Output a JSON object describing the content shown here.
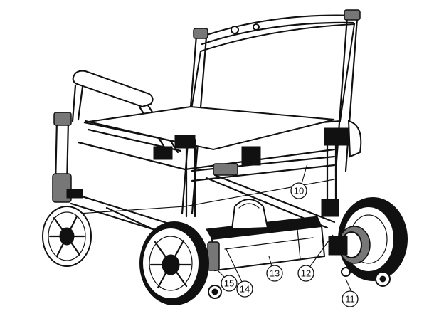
{
  "callouts": [
    {
      "id": "c10",
      "label": "10"
    },
    {
      "id": "c11",
      "label": "11"
    },
    {
      "id": "c12",
      "label": "12"
    },
    {
      "id": "c13",
      "label": "13"
    },
    {
      "id": "c14",
      "label": "14"
    },
    {
      "id": "c15",
      "label": "15"
    }
  ]
}
